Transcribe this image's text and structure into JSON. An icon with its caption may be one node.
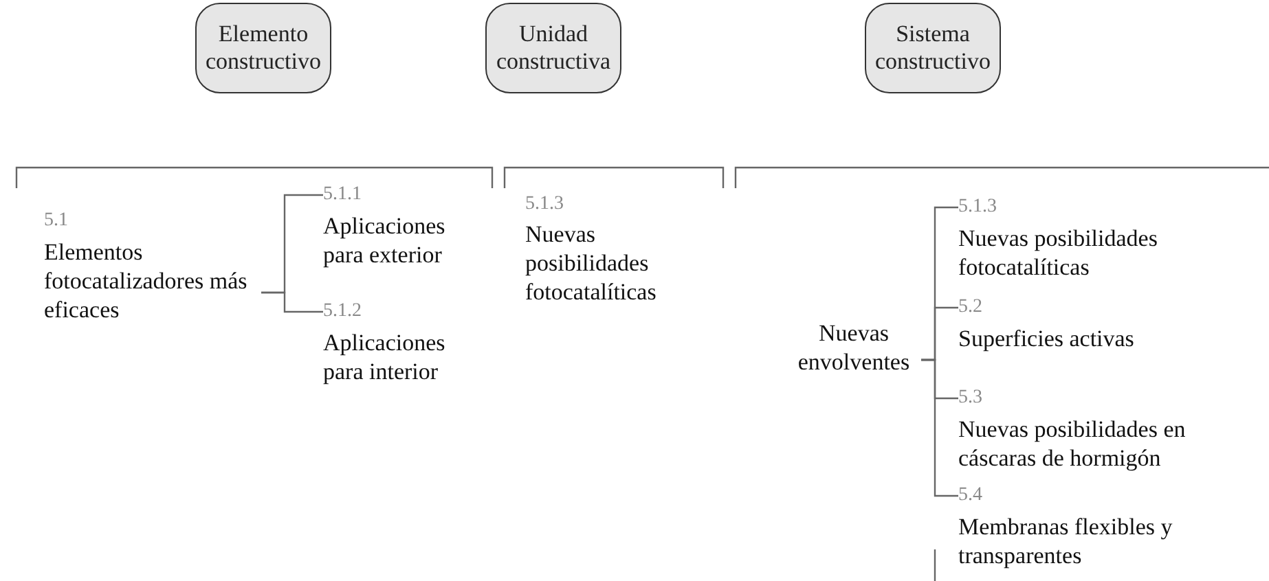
{
  "diagram": {
    "nodes": [
      {
        "text": [
          "Elemento constructivo"
        ]
      },
      {
        "text": [
          "Unidad constructiva"
        ]
      },
      {
        "text": [
          "Sistema constructivo"
        ]
      },
      {
        "text": [
          "5.1",
          "Elementos fotocatalizadores más eficaces"
        ]
      },
      {
        "text": [
          "5.1.1",
          "Aplicaciones para exterior"
        ]
      },
      {
        "text": [
          "5.1.2",
          "Aplicaciones para interior"
        ]
      },
      {
        "text": [
          "Nuevas envolventes"
        ]
      },
      {
        "text": [
          "5.1.3",
          "Nuevas posibilidades fotocatalíticas"
        ]
      },
      {
        "text": [
          "5.2",
          "Superficies activas"
        ]
      },
      {
        "text": [
          "5.3",
          "Nuevas posibilidades en cáscaras de hormigón"
        ]
      },
      {
        "text": [
          "5.4",
          "Membranas flexibles y transparentes"
        ]
      }
    ],
    "edges": [
      {
        "from": 3,
        "to": 4,
        "arrow": "none"
      },
      {
        "from": 3,
        "to": 5,
        "arrow": "none"
      },
      {
        "from": 6,
        "to": 7,
        "arrow": "none"
      },
      {
        "from": 6,
        "to": 8,
        "arrow": "none"
      },
      {
        "from": 6,
        "to": 9,
        "arrow": "none"
      },
      {
        "from": 6,
        "to": 10,
        "arrow": "none"
      }
    ],
    "labels": [
      "5.1.3",
      "Nuevas posibilidades fotocatalíticas"
    ]
  }
}
